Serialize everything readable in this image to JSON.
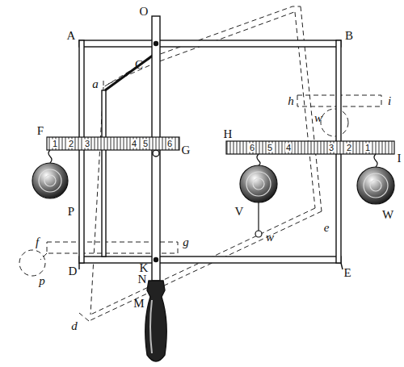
{
  "diagram": {
    "labels": [
      "O",
      "A",
      "B",
      "C",
      "a",
      "h",
      "i",
      "w",
      "F",
      "1",
      "2",
      "3",
      "4",
      "5",
      "6",
      "G",
      "H",
      "6",
      "5",
      "4",
      "3",
      "2",
      "1",
      "I",
      "P",
      "V",
      "e",
      "W",
      "w",
      "f",
      "g",
      "D",
      "K",
      "E",
      "p",
      "N",
      "d",
      "M"
    ]
  }
}
